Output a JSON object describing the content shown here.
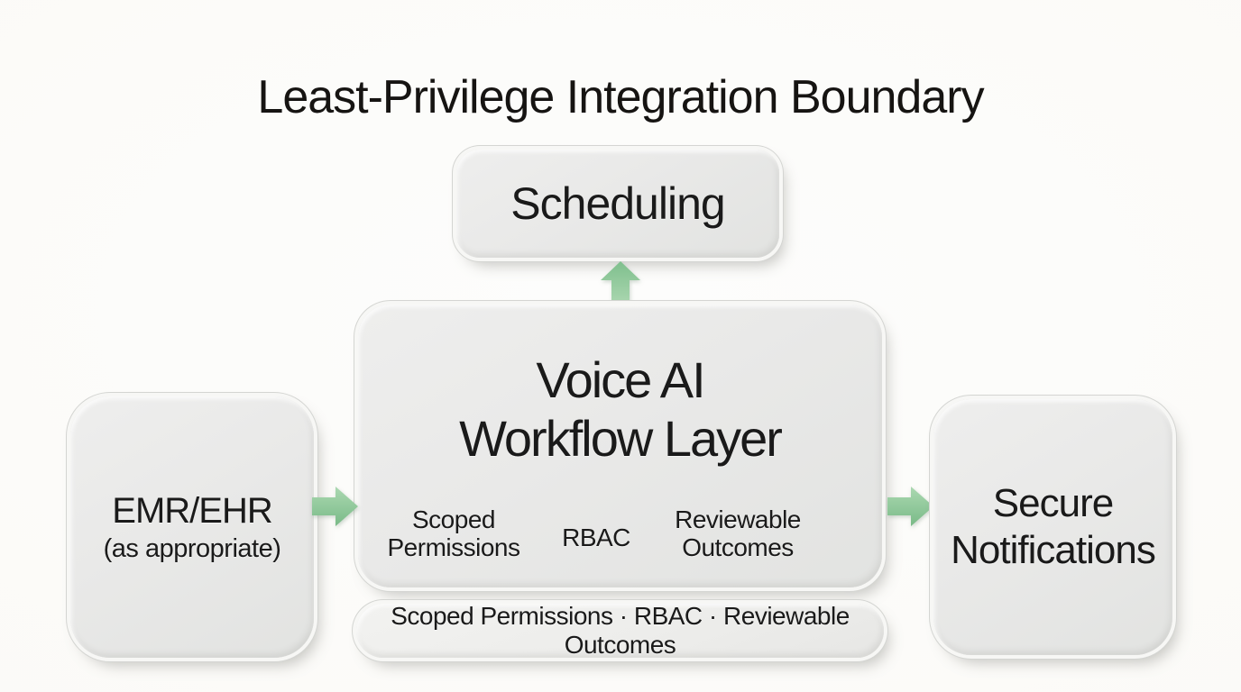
{
  "title": "Least-Privilege Integration Boundary",
  "nodes": {
    "scheduling": {
      "label": "Scheduling"
    },
    "workflow": {
      "title": "Voice AI\nWorkflow Layer",
      "features": [
        "Scoped\nPermissions",
        "RBAC",
        "Reviewable\nOutcomes"
      ]
    },
    "emr": {
      "label": "EMR/EHR",
      "sublabel": "(as appropriate)"
    },
    "secure": {
      "label": "Secure\nNotifications"
    }
  },
  "footer_pill": "Scoped Permissions · RBAC · Reviewable Outcomes",
  "arrows": [
    {
      "name": "emr-to-workflow",
      "direction": "right"
    },
    {
      "name": "workflow-to-scheduling",
      "direction": "up"
    },
    {
      "name": "workflow-to-secure-notifications",
      "direction": "right"
    }
  ],
  "colors": {
    "background": "#fbfaf7",
    "plate_fill": "#e9e9e8",
    "plate_rim": "#f7f7f5",
    "arrow_green": "#8cc797",
    "text": "#1a1a1a"
  }
}
